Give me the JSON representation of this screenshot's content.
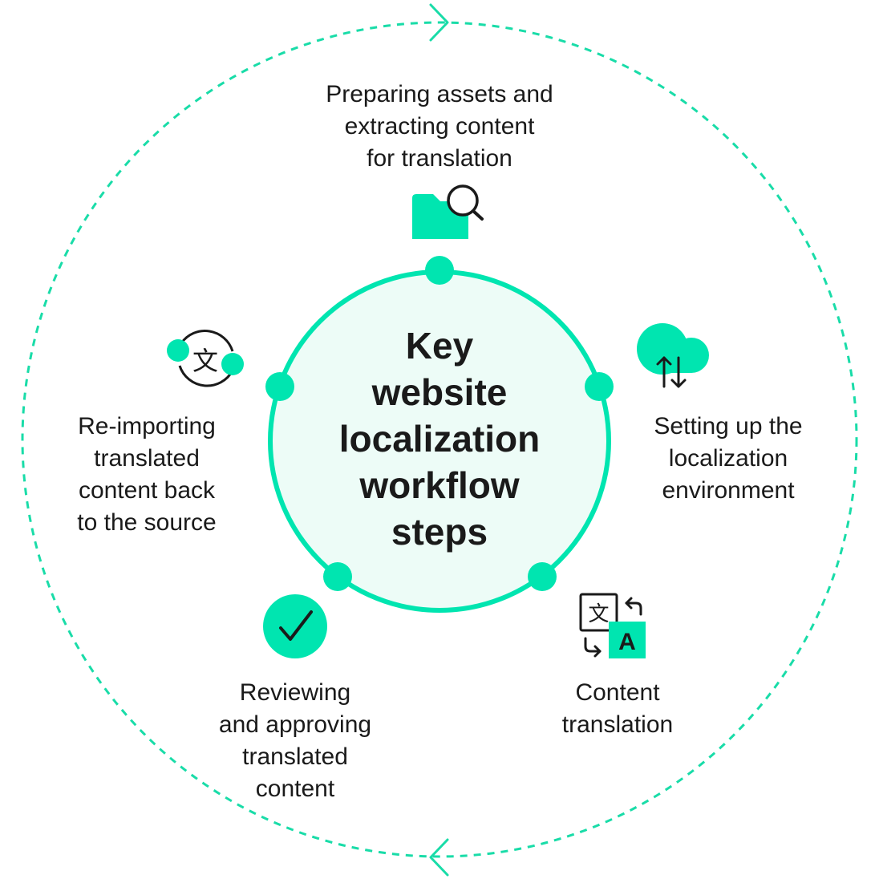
{
  "colors": {
    "accent": "#00e5b0",
    "dashed_ring": "#19dca8",
    "inner_fill": "#edfcf7",
    "ink": "#1a1a1a"
  },
  "title": "Key\nwebsite\nlocalization\nworkflow\nsteps",
  "steps": [
    {
      "label": "Preparing assets and\nextracting content\nfor translation",
      "icon": "folder-search-icon"
    },
    {
      "label": "Setting up the\nlocalization\nenvironment",
      "icon": "cloud-sync-icon"
    },
    {
      "label": "Content\ntranslation",
      "icon": "translate-icon"
    },
    {
      "label": "Reviewing\nand approving\ntranslated\ncontent",
      "icon": "checkmark-circle-icon"
    },
    {
      "label": "Re-importing\ntranslated\ncontent back\nto the source",
      "icon": "reimport-translate-icon"
    }
  ]
}
